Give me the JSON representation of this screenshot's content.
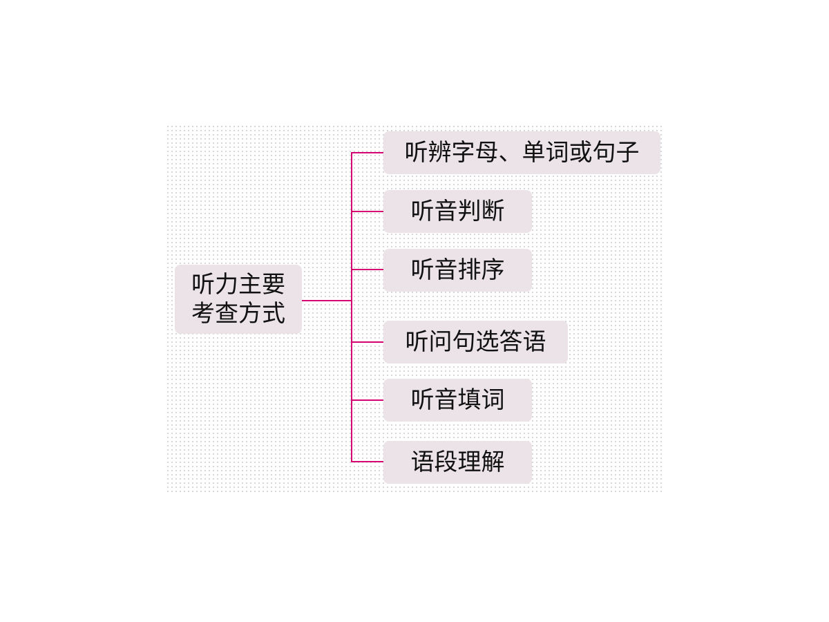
{
  "root": {
    "line1": "听力主要",
    "line2": "考查方式"
  },
  "branches": [
    "听辨字母、单词或句子",
    "听音判断",
    "听音排序",
    "听问句选答语",
    "听音填词",
    "语段理解"
  ],
  "colors": {
    "connector": "#d5006f",
    "box": "#ebe3e7"
  }
}
